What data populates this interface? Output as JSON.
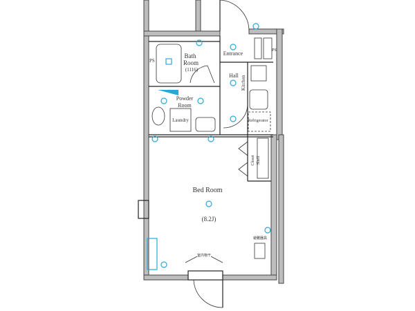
{
  "rooms": {
    "bath": {
      "name_line1": "Bath",
      "name_line2": "Room",
      "size": "(1116)"
    },
    "entrance": "Entrance",
    "hall": "Hall",
    "kitchen": "Kitchen",
    "powder": {
      "name_line1": "Powder",
      "name_line2": "Room"
    },
    "laundry": "Laundry",
    "refrigerator": "Refrigerator",
    "closet": {
      "name_line1": "Closet",
      "name_line2": "Shelf"
    },
    "bedroom": {
      "name": "Bed Room",
      "size": "(8.2J)"
    }
  },
  "labels": {
    "ps_left": "PS",
    "ps_right": "PS",
    "indoor_drying": "室内物干",
    "evacuation": "避難器具"
  },
  "colors": {
    "wall": "#bdbdbd",
    "fixture": "#2aa7d8"
  }
}
